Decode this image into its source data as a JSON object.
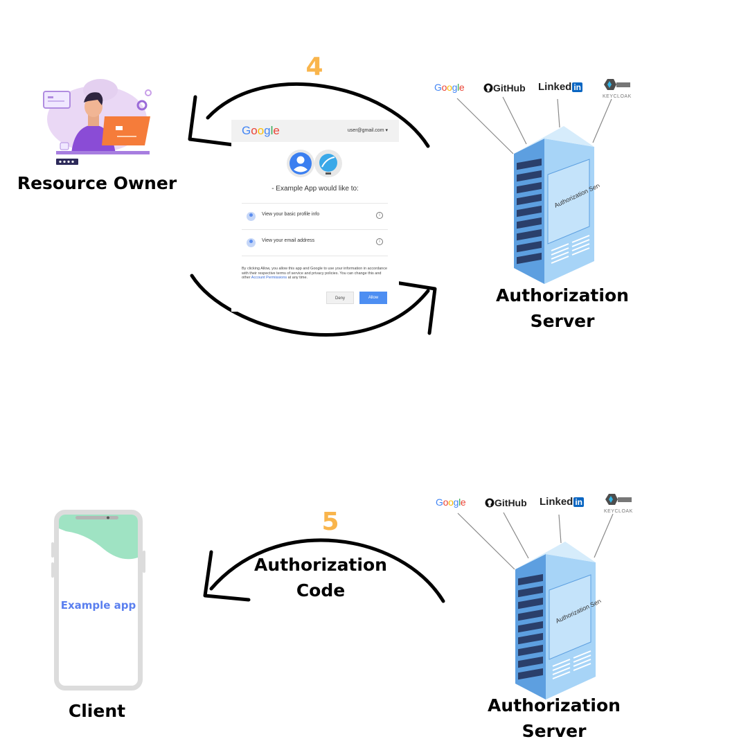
{
  "step4": {
    "number": "4",
    "resource_owner_label": "Resource Owner",
    "auth_server_label": "Authorization Server",
    "server_panel_text": "Authorization Server",
    "providers": {
      "google": "Google",
      "github": "GitHub",
      "linkedin": "Linked",
      "linkedin_badge": "in",
      "keycloak": "KEYCLOAK"
    },
    "consent": {
      "logo": "Google",
      "user": "user@gmail.com",
      "title": "- Example App would like to:",
      "scopes": [
        "View your basic profile info",
        "View your email address"
      ],
      "info_text": "By clicking Allow, you allow this app and Google to use your information in accordance with their respective terms of service and privacy policies. You can change this and other",
      "link_text": "Account Permissions",
      "info_suffix": "at any time.",
      "deny": "Deny",
      "allow": "Allow"
    }
  },
  "step5": {
    "number": "5",
    "arrow_label": "Authorization Code",
    "client_label": "Client",
    "app_text": "Example app",
    "auth_server_label": "Authorization Server",
    "server_panel_text": "Authorization Server",
    "providers": {
      "google": "Google",
      "github": "GitHub",
      "linkedin": "Linked",
      "linkedin_badge": "in",
      "keycloak": "KEYCLOAK"
    }
  },
  "colors": {
    "step_number": "#f9b54c",
    "server_blue": "#8ec6f2",
    "app_text": "#5a7fef",
    "allow_button": "#4d8ef2"
  }
}
